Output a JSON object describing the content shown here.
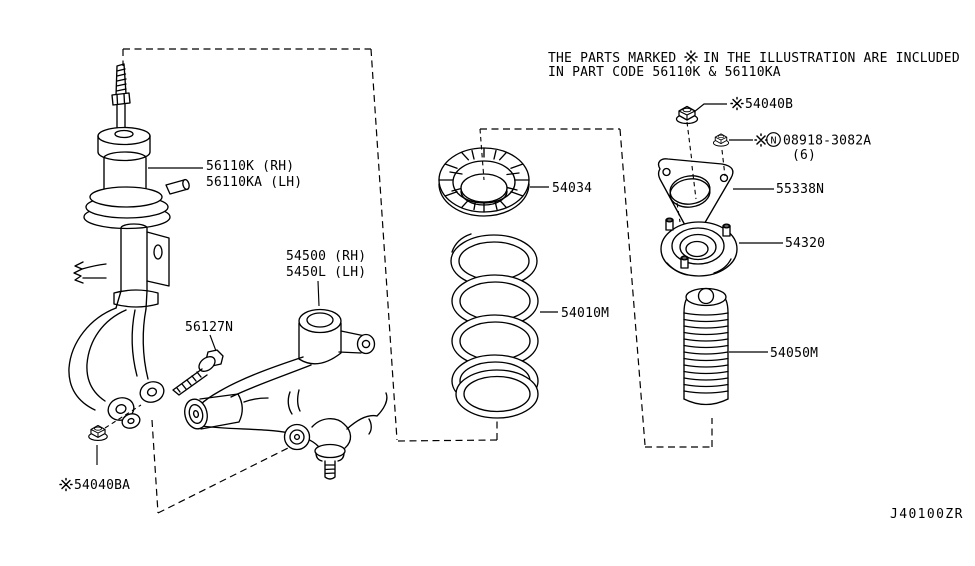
{
  "note": {
    "line1_prefix": "THE PARTS MARKED",
    "reference_mark": "※",
    "line1_suffix": "IN THE ILLUSTRATION ARE INCLUDED",
    "line2": "IN PART CODE 56110K & 56110KA"
  },
  "callouts": {
    "strut_rh": "56110K (RH)",
    "strut_lh": "56110KA (LH)",
    "transverse_link_rh": "54500 (RH)",
    "transverse_link_lh": "5450L (LH)",
    "bolt": "56127N",
    "lower_nut_marker": "※",
    "lower_nut": "54040BA",
    "spring_seat": "54034",
    "coil_spring": "54010M",
    "upper_nut_marker": "※",
    "upper_nut": "54040B",
    "standard_nut_marker": "※",
    "standard_nut_symbol": "N",
    "standard_nut": "08918-3082A",
    "standard_nut_qty": "(6)",
    "mounting_bracket": "55338N",
    "strut_mount": "54320",
    "dust_boot": "54050M"
  },
  "diagram_code": "J40100ZR",
  "colors": {
    "line": "#000000",
    "background": "#ffffff"
  }
}
